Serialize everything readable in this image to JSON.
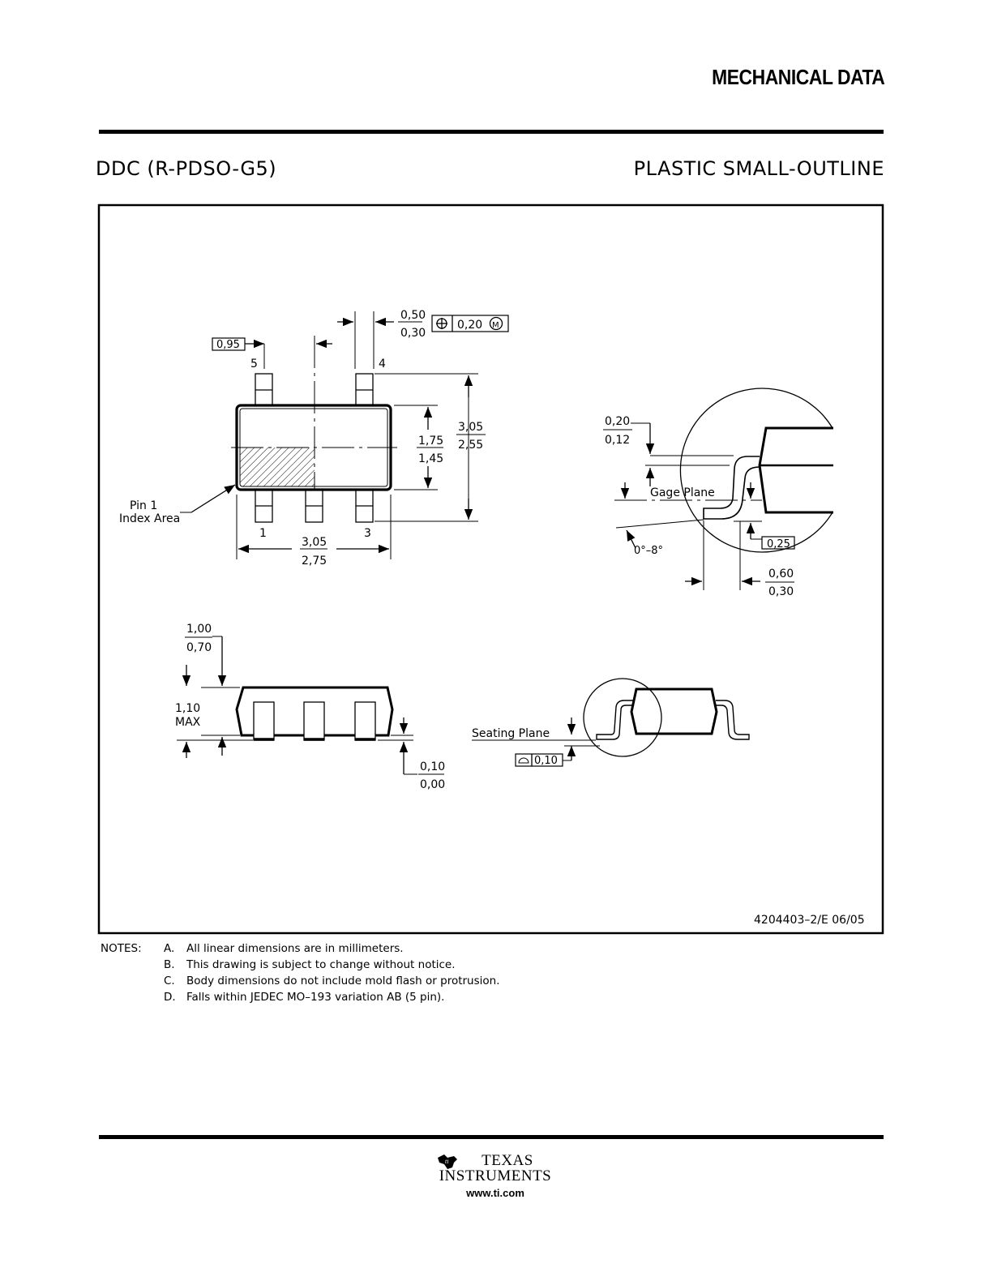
{
  "header": {
    "section_title": "MECHANICAL DATA",
    "package_code": "DDC (R-PDSO-G5)",
    "package_type": "PLASTIC SMALL-OUTLINE"
  },
  "drawing": {
    "dims": {
      "pitch": "0,95",
      "lead_width_max": "0,50",
      "lead_width_min": "0,30",
      "position_tol": "0,20",
      "position_mod": "M",
      "overall_width_max": "3,05",
      "overall_width_min": "2,55",
      "body_width_max": "1,75",
      "body_width_min": "1,45",
      "body_length_max": "3,05",
      "body_length_min": "2,75",
      "lead_thick_max": "0,20",
      "lead_thick_min": "0,12",
      "gage_plane": "Gage Plane",
      "gage_offset": "0,25",
      "foot_length_max": "0,60",
      "foot_length_min": "0,30",
      "angle": "0°–8°",
      "height_body_max": "1,00",
      "height_body_min": "0,70",
      "height_total": "1,10",
      "height_total_note": "MAX",
      "standoff_max": "0,10",
      "standoff_min": "0,00",
      "seating_plane": "Seating Plane",
      "coplanarity": "0,10"
    },
    "pins": {
      "p1": "1",
      "p3": "3",
      "p4": "4",
      "p5": "5"
    },
    "pin1_label_line1": "Pin 1",
    "pin1_label_line2": "Index Area",
    "drawing_number": "4204403–2/E 06/05"
  },
  "notes": {
    "label": "NOTES:",
    "items": [
      {
        "key": "A.",
        "text": "All linear dimensions are in millimeters."
      },
      {
        "key": "B.",
        "text": "This drawing is subject to change without notice."
      },
      {
        "key": "C.",
        "text": "Body dimensions do not include mold flash or protrusion."
      },
      {
        "key": "D.",
        "text": "Falls within JEDEC MO–193 variation AB (5 pin)."
      }
    ]
  },
  "footer": {
    "brand_line1": "TEXAS",
    "brand_line2": "INSTRUMENTS",
    "url": "www.ti.com"
  }
}
